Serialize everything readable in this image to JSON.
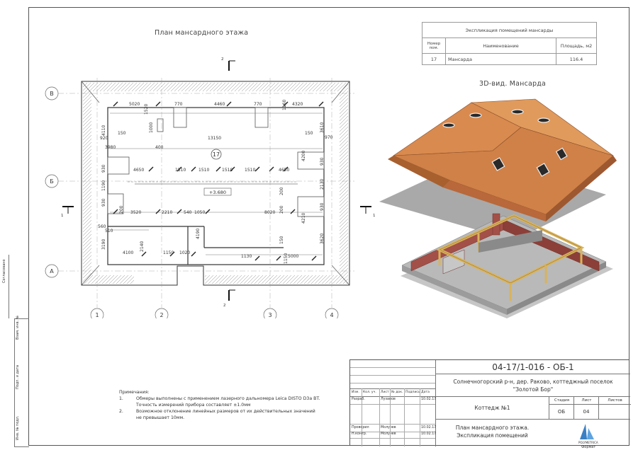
{
  "plan": {
    "title": "План мансардного этажа",
    "room_number": "17",
    "elevation": "+3.680",
    "axes_letters": [
      "В",
      "Б",
      "А"
    ],
    "axes_numbers": [
      "1",
      "2",
      "3",
      "4"
    ],
    "section_marks": [
      "2",
      "1",
      "1",
      "2"
    ],
    "dims": [
      "5020",
      "1520",
      "770",
      "4460",
      "770",
      "1160",
      "4320",
      "4110",
      "1000",
      "150",
      "13150",
      "150",
      "3610",
      "920",
      "970",
      "3980",
      "400",
      "4200",
      "930",
      "930",
      "4650",
      "1510",
      "1510",
      "1510",
      "1510",
      "4650",
      "1190",
      "2130",
      "930",
      "200",
      "200",
      "930",
      "200",
      "3520",
      "2210",
      "540",
      "1050",
      "8020",
      "4210",
      "560",
      "510",
      "4190",
      "3620",
      "3190",
      "2140",
      "4100",
      "1150",
      "1020",
      "1130",
      "150",
      "1150",
      "5000"
    ]
  },
  "explication": {
    "title": "Экспликация помещений мансарды",
    "col_num": "Номер пом.",
    "col_name": "Наименование",
    "col_area": "Площадь, м2",
    "rows": [
      {
        "num": "17",
        "name": "Мансарда",
        "area": "116.4"
      }
    ]
  },
  "view3d": {
    "title": "3D-вид. Мансарда"
  },
  "notes": {
    "heading": "Примечания:",
    "items": [
      {
        "n": "1.",
        "line1": "Обмеры выполнены с применением лазерного дальномера Leica DISTO D3a BT.",
        "line2": "Точность измерений прибора составляет ±1.0мм"
      },
      {
        "n": "2.",
        "line1": "Возможное отклонение линейных размеров от их действительных значений",
        "line2": "не превышает 10мм."
      }
    ]
  },
  "titleblock": {
    "code": "04-17/1-016 - ОБ-1",
    "location": "Солнечногорский р-н, дер. Раково, коттеджный поселок",
    "location2": "\"Золотой Бор\"",
    "object": "Коттедж №1",
    "sheet_name1": "План мансардного этажа.",
    "sheet_name2": "Экспликация помещений",
    "hdr": [
      "Изм.",
      "Кол. уч.",
      "Лист",
      "№ док.",
      "Подпись",
      "Дата"
    ],
    "stage_label": "Стадия",
    "sheet_label": "Лист",
    "sheets_label": "Листов",
    "stage": "ОБ",
    "sheet": "04",
    "roles": [
      {
        "role": "Разраб.",
        "name": "Лузанов",
        "date": "10.02.17"
      },
      {
        "role": "Проверил",
        "name": "Молучев",
        "date": "10.02.17"
      },
      {
        "role": "Н.контр.",
        "name": "Молучев",
        "date": "10.02.17"
      }
    ],
    "format": "Формат",
    "side_labels": [
      "Согласовано",
      "Взам. инв. №",
      "Подп. и дата",
      "Инв. № подл."
    ]
  },
  "colors": {
    "roof": "#d98a4e",
    "roof_dark": "#b8683a",
    "shadow": "#9a9a9a",
    "floor": "#b9b9b9",
    "wall": "#a35048",
    "wood": "#d9b35c",
    "logo": "#3a7fc4"
  }
}
